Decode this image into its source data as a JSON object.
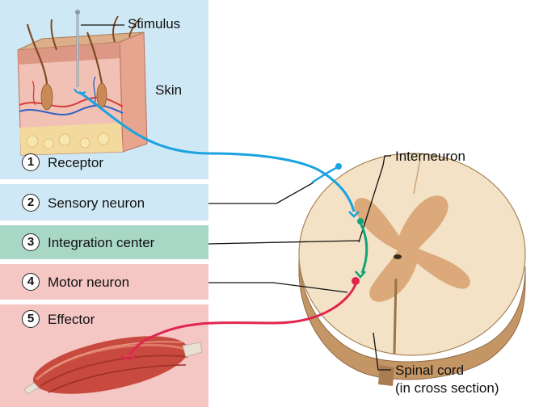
{
  "labels": {
    "stimulus": "Stimulus",
    "skin": "Skin",
    "interneuron": "Interneuron",
    "spinal_cord_1": "Spinal cord",
    "spinal_cord_2": "(in cross section)"
  },
  "steps": [
    {
      "number": "1",
      "label": "Receptor"
    },
    {
      "number": "2",
      "label": "Sensory neuron"
    },
    {
      "number": "3",
      "label": "Integration center"
    },
    {
      "number": "4",
      "label": "Motor neuron"
    },
    {
      "number": "5",
      "label": "Effector"
    }
  ],
  "colors": {
    "panel_blue": "#cfe8f5",
    "panel_teal": "#a9d7c6",
    "panel_pink": "#f4c6c4",
    "sensory_neuron": "#1aa3e0",
    "interneuron": "#12a37a",
    "motor_neuron": "#e0254f"
  }
}
